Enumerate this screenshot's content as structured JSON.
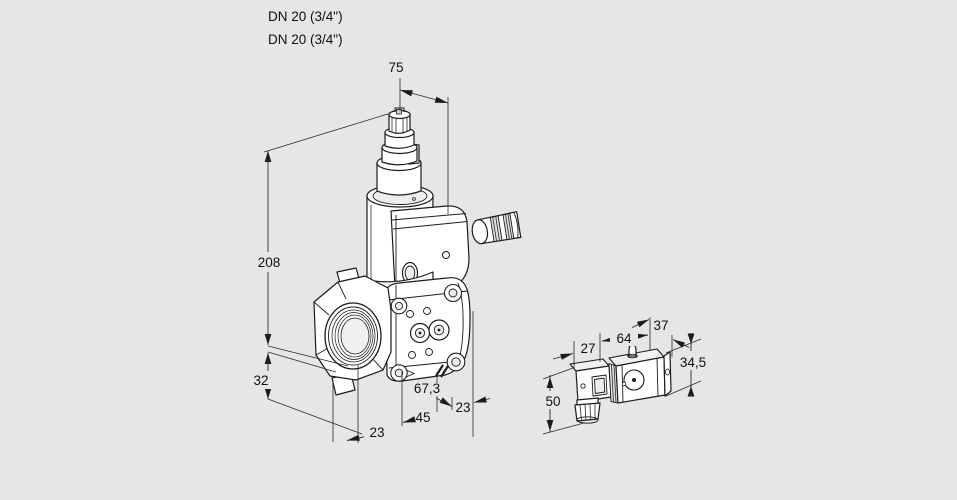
{
  "page": {
    "background_color": "#e6e6e6",
    "line_color": "#1c1c1c",
    "text_color": "#111111",
    "figure_type": "product dimensional drawing (solenoid gas valve, isometric view with detail view of coil)"
  },
  "connection_labels": {
    "line1": "DN 20 (3/4\")",
    "line2": "DN 20 (3/4\")"
  },
  "main_view": {
    "description": "valve isometric drawing",
    "dimensions": {
      "stem_width": "75",
      "overall_height": "208",
      "port_axis_offset": "32",
      "foot_left": "23",
      "foot_mid": "45",
      "body_diagonal": "67,3",
      "foot_right": "23"
    }
  },
  "detail_view": {
    "description": "solenoid coil with connector plug",
    "dimensions": {
      "connector_depth": "27",
      "coil_length": "64",
      "coil_width": "37",
      "coil_height": "34,5",
      "connector_height": "50"
    }
  }
}
